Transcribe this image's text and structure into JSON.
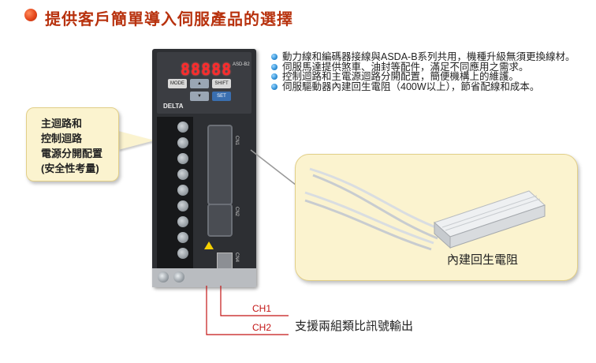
{
  "title": "提供客戶簡單導入伺服產品的選擇",
  "features": [
    "動力線和編碼器接線與ASDA-B系列共用，機種升級無須更換線材。",
    "伺服馬達提供煞車、油封等配件，滿足不同應用之需求。",
    "控制迴路和主電源迴路分開配置，簡便機構上的維護。",
    "伺服驅動器內建回生電阻（400W以上），節省配線和成本。"
  ],
  "callout_lines": [
    "主迴路和",
    "控制迴路",
    "電源分開配置",
    "(安全性考量)"
  ],
  "drive": {
    "display": "88888",
    "keys": [
      "MODE",
      "SHIFT",
      "SET"
    ],
    "brand": "DELTA",
    "connectors": [
      "CN1",
      "CN2",
      "CN4"
    ]
  },
  "resistor_label": "內建回生電阻",
  "channels": [
    "CH1",
    "CH2"
  ],
  "channel_caption": "支援兩組類比訊號輸出",
  "colors": {
    "title": "#b8320e",
    "callout_bg": "#fbf3cf",
    "channel_line": "#c31515"
  }
}
